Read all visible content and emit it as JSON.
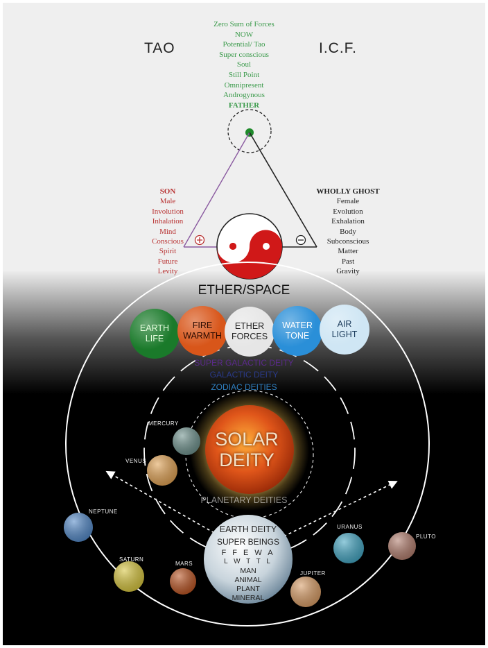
{
  "header": {
    "left_word": "TAO",
    "right_word": "I.C.F."
  },
  "father_attributes": [
    "Zero Sum of Forces",
    "NOW",
    "Potential/ Tao",
    "Super conscious",
    "Soul",
    "Still Point",
    "Omnipresent",
    "Androgynous",
    "FATHER"
  ],
  "son_attributes": [
    "SON",
    "Male",
    "Involution",
    "Inhalation",
    "Mind",
    "Conscious",
    "Spirit",
    "Future",
    "Levity"
  ],
  "ghost_attributes": [
    "WHOLLY GHOST",
    "Female",
    "Evolution",
    "Exhalation",
    "Body",
    "Subconscious",
    "Matter",
    "Past",
    "Gravity"
  ],
  "triangle": {
    "plus_symbol": "⊕",
    "minus_symbol": "⊖"
  },
  "ether_title": "ETHER/SPACE",
  "elements": [
    {
      "label": "EARTH\nLIFE",
      "color": "#1a7a2a",
      "text_color": "#e8ffe0"
    },
    {
      "label": "FIRE\nWARMTH",
      "color": "#d8561a",
      "text_color": "#2a0a00"
    },
    {
      "label": "ETHER\nFORCES",
      "color": "#e6e6e6",
      "text_color": "#222222"
    },
    {
      "label": "WATER\nTONE",
      "color": "#2a8fd8",
      "text_color": "#ffffff"
    },
    {
      "label": "AIR\nLIGHT",
      "color": "#cfe6f4",
      "text_color": "#1a3a5a"
    }
  ],
  "deities": [
    {
      "label": "SUPER GALACTIC DEITY",
      "color": "#5a2a8a"
    },
    {
      "label": "GALACTIC DEITY",
      "color": "#2a3a8a"
    },
    {
      "label": "ZODIAC DEITIES",
      "color": "#2f7fc0"
    }
  ],
  "solar_deity": "SOLAR\nDEITY",
  "planetary_deities": "PLANETARY DEITIES",
  "earth": {
    "title": "EARTH DEITY",
    "subtitle": "SUPER BEINGS",
    "elements_row1": "F F E W A",
    "elements_row2": "L W T T L",
    "kingdoms": [
      "MAN",
      "ANIMAL",
      "PLANT",
      "MINERAL"
    ]
  },
  "planets": [
    {
      "name": "MERCURY",
      "color": "#6b8f8a"
    },
    {
      "name": "VENUS",
      "color": "#e0a050"
    },
    {
      "name": "NEPTUNE",
      "color": "#4f86c6"
    },
    {
      "name": "SATURN",
      "color": "#d6c43a"
    },
    {
      "name": "MARS",
      "color": "#b8501e"
    },
    {
      "name": "JUPITER",
      "color": "#d79a62"
    },
    {
      "name": "URANUS",
      "color": "#3fa3c0"
    },
    {
      "name": "PLUTO",
      "color": "#b07a6a"
    }
  ],
  "colors": {
    "father_green": "#3a9a4a",
    "son_red": "#b83232",
    "yang_red": "#d01818"
  }
}
